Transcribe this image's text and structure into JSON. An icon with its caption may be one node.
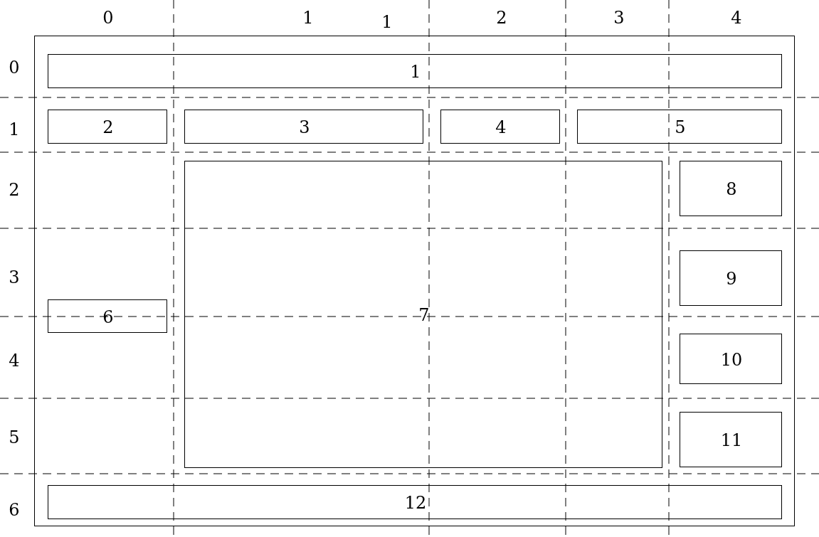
{
  "diagram": {
    "nodes": [
      {
        "text": [
          "1"
        ]
      },
      {
        "text": [
          "1"
        ],
        "in": 0
      },
      {
        "text": [
          "2"
        ],
        "in": 0
      },
      {
        "text": [
          "3"
        ],
        "in": 0
      },
      {
        "text": [
          "4"
        ],
        "in": 0
      },
      {
        "text": [
          "5"
        ],
        "in": 0
      },
      {
        "text": [
          "6"
        ],
        "in": 0
      },
      {
        "text": [
          "7"
        ],
        "in": 0
      },
      {
        "text": [
          "8"
        ],
        "in": 0
      },
      {
        "text": [
          "9"
        ],
        "in": 0
      },
      {
        "text": [
          "10"
        ],
        "in": 0
      },
      {
        "text": [
          "11"
        ],
        "in": 0
      },
      {
        "text": [
          "12"
        ],
        "in": 0
      }
    ],
    "edges": [],
    "labels": [
      "0",
      "1",
      "2",
      "3",
      "4",
      "0",
      "1",
      "2",
      "3",
      "4",
      "5",
      "6"
    ]
  }
}
